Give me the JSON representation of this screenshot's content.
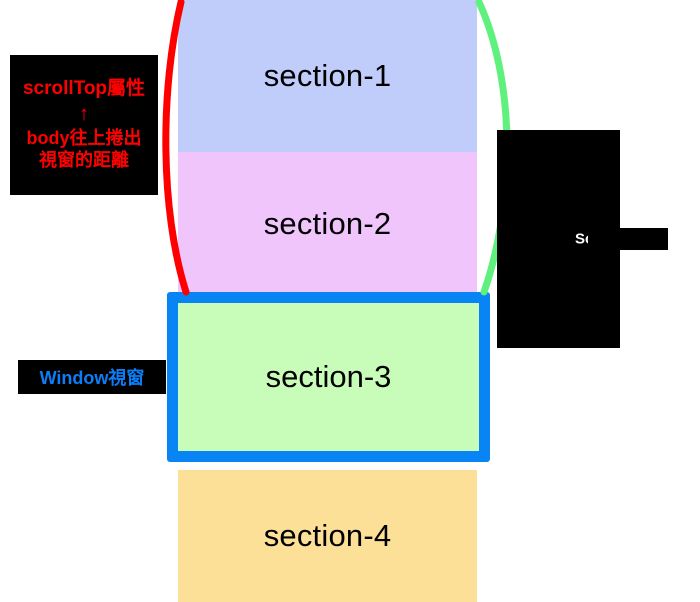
{
  "diagram": {
    "title": "scrollTop / Window viewport diagram",
    "sections": [
      {
        "label": "section-1",
        "color": "#c0ccfa"
      },
      {
        "label": "section-2",
        "color": "#efc5fc"
      },
      {
        "label": "section-3",
        "color": "#c8fcb9"
      },
      {
        "label": "section-4",
        "color": "#fce098"
      }
    ],
    "viewport_frame": {
      "border_color": "#0984f5",
      "encloses": "section-3"
    },
    "callouts": {
      "scroll_top": {
        "heading": "scrollTop屬性",
        "arrow": "↑",
        "description_line_1": "body往上捲出",
        "description_line_2": "視窗的距離",
        "text_color": "#ff0000",
        "background": "#000000"
      },
      "window": {
        "label": "Window視窗",
        "text_color": "#0a7df7",
        "background": "#000000"
      },
      "scroll_height": {
        "label": "Sc",
        "text_color": "#ffffff",
        "background": "#000000"
      }
    },
    "braces": {
      "left": {
        "color": "#ff0000",
        "spans": "section-1 to section-2"
      },
      "right": {
        "color": "#5ff07d",
        "spans": "section-1 to section-2"
      }
    }
  }
}
